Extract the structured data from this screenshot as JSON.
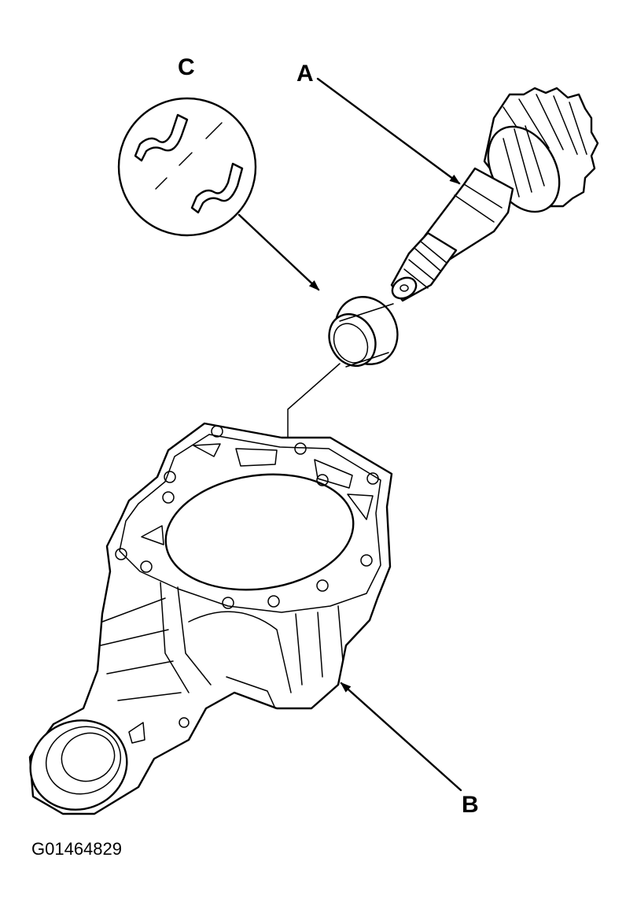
{
  "labels": {
    "a": "A",
    "b": "B",
    "c": "C"
  },
  "figure_id": "G01464829",
  "colors": {
    "line": "#000000",
    "background": "#ffffff"
  }
}
